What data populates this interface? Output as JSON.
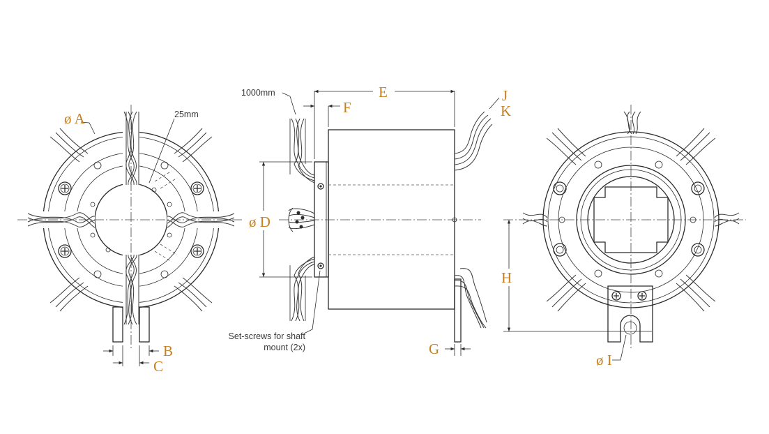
{
  "labels": {
    "dia_a": "ø A",
    "dim_b": "B",
    "dim_c": "C",
    "dia_d": "ø D",
    "dim_e": "E",
    "dim_f": "F",
    "dim_g": "G",
    "dim_h": "H",
    "dia_i": "ø I",
    "dim_j": "J",
    "dim_k": "K"
  },
  "notes": {
    "lead_length": "1000mm",
    "hole_dim": "25mm",
    "setscrew_line1": "Set-screws for shaft",
    "setscrew_line2": "mount (2x)"
  },
  "colors": {
    "dimension_text": "#c8801e",
    "line": "#2b2b2b"
  }
}
